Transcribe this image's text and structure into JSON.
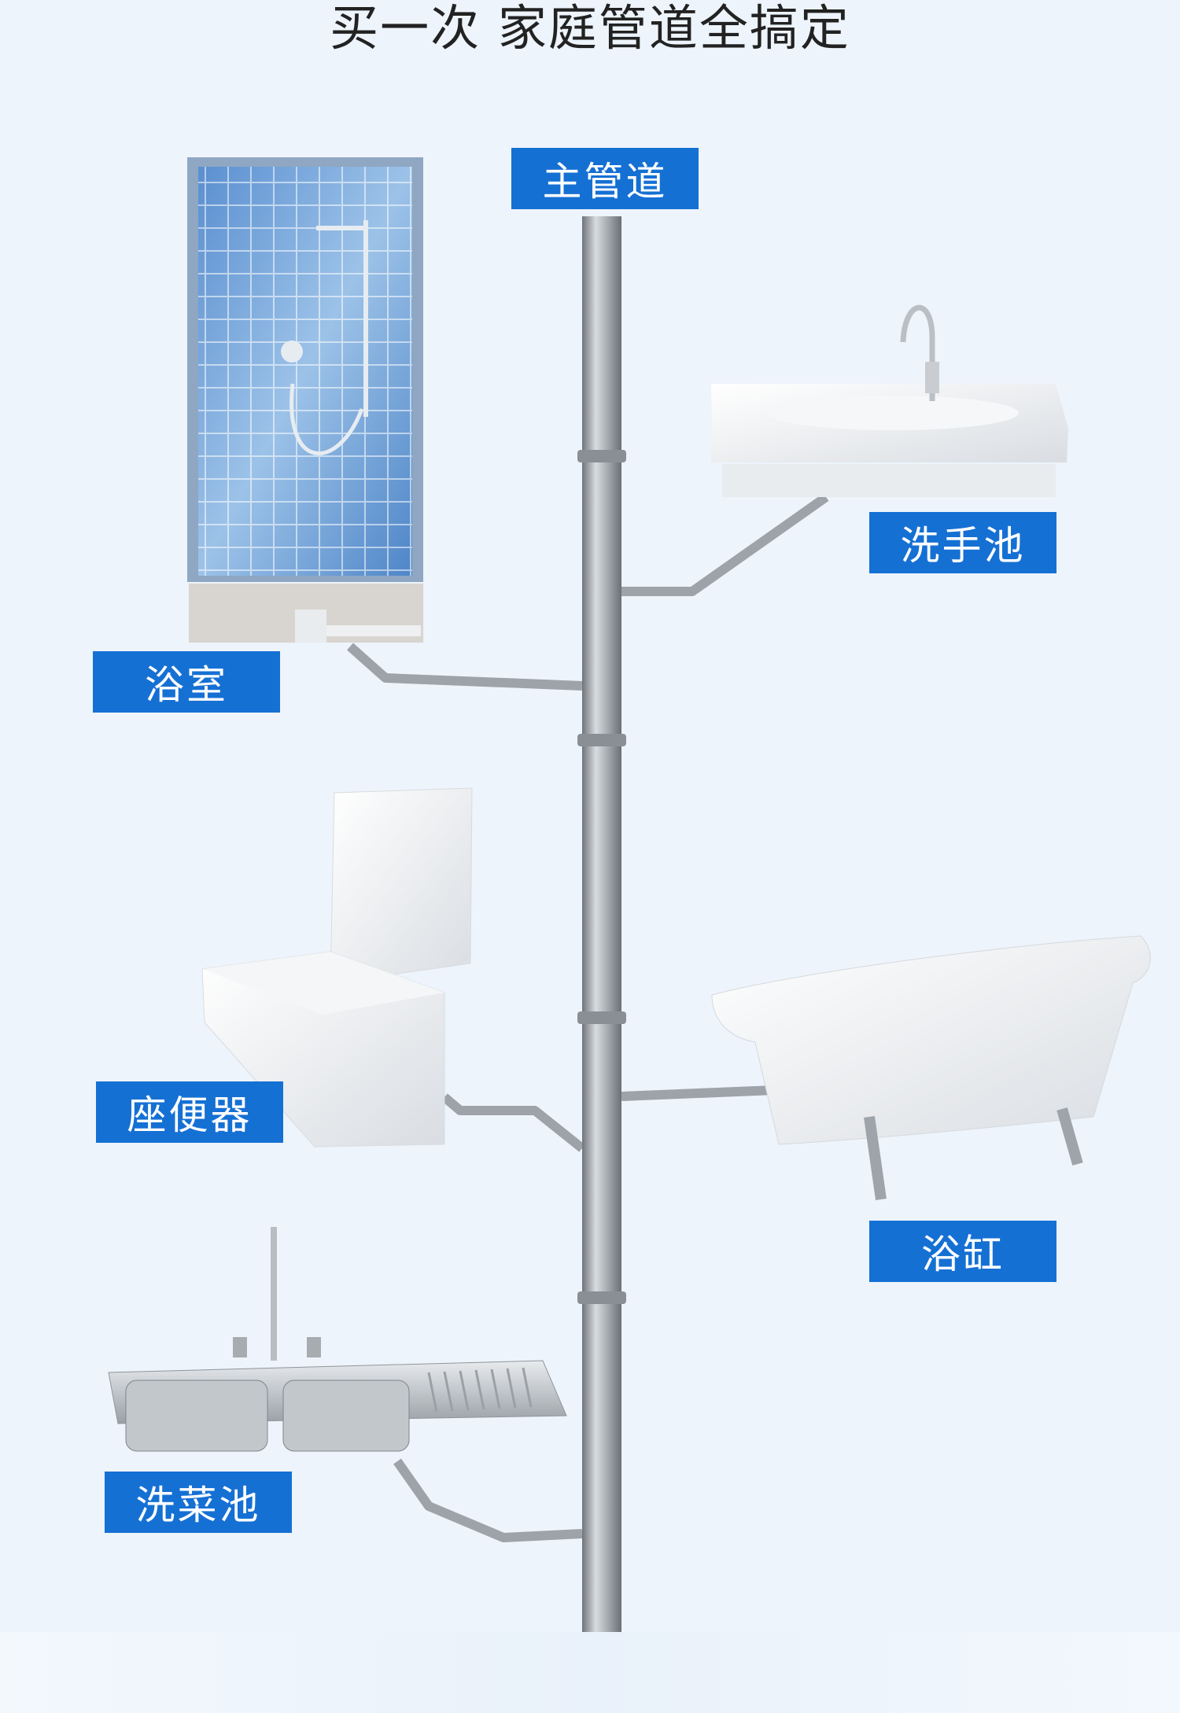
{
  "title": "买一次 家庭管道全搞定",
  "labels": {
    "main_pipe": "主管道",
    "wash_basin": "洗手池",
    "shower_room": "浴室",
    "toilet": "座便器",
    "bathtub": "浴缸",
    "kitchen_sink": "洗菜池"
  },
  "colors": {
    "label_bg": "#1570d4",
    "label_text": "#ffffff",
    "background": "#edf4fb",
    "pipe": "#9ea3a9"
  },
  "icons": [
    "shower-icon",
    "faucet-icon",
    "wash-basin-icon",
    "toilet-icon",
    "bathtub-icon",
    "kitchen-sink-icon"
  ]
}
